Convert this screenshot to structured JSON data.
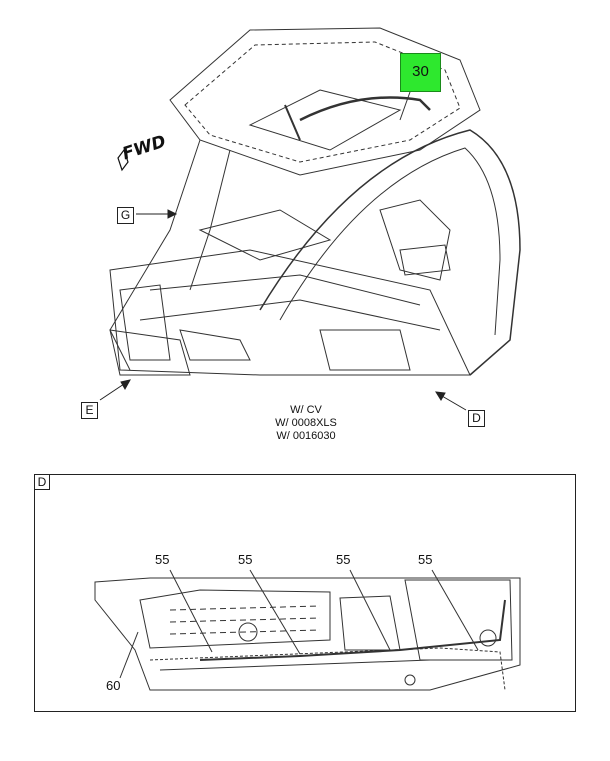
{
  "main_view": {
    "fwd_label": "FWD",
    "callout_30": "30",
    "view_g": "G",
    "view_e": "E",
    "view_d": "D",
    "notes": [
      "W/ CV",
      "W/ 0008XLS",
      "W/ 0016030"
    ]
  },
  "detail_view": {
    "label": "D",
    "callouts": [
      "55",
      "55",
      "55",
      "55",
      "60"
    ]
  },
  "colors": {
    "highlight": "#2ee82e",
    "line": "#222222"
  },
  "icons": [
    "fwd-arrow-icon"
  ]
}
